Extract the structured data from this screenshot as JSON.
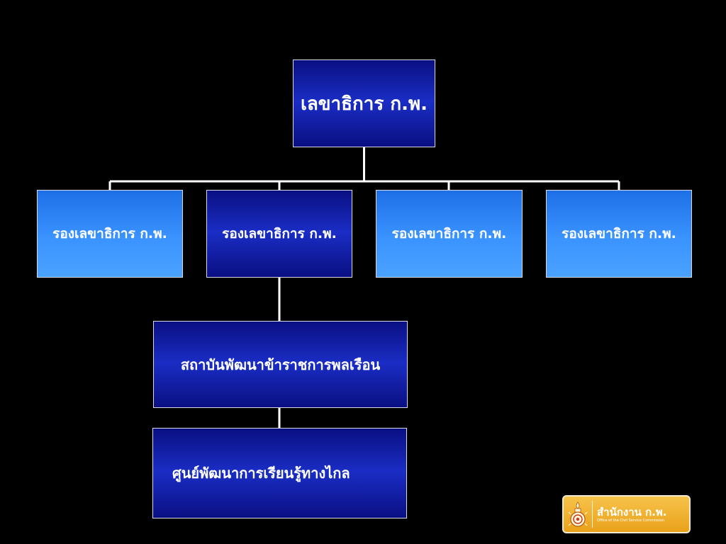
{
  "chart": {
    "secretary_general": "เลขาธิการ ก.พ.",
    "deputies": [
      "รองเลขาธิการ ก.พ.",
      "รองเลขาธิการ ก.พ.",
      "รองเลขาธิการ ก.พ.",
      "รองเลขาธิการ ก.พ."
    ],
    "institute": "สถาบันพัฒนาข้าราชการพลเรือน",
    "center": "ศูนย์พัฒนาการเรียนรู้ทางไกล"
  },
  "logo": {
    "thai": "สำนักงาน ก.พ.",
    "english": "Office of the Civil Service Commission"
  },
  "colors": {
    "background": "#000000",
    "navy_box": "#0a0f82",
    "light_box": "#3a93ff",
    "connector": "#ffffff",
    "logo_gold": "#eaa11a"
  }
}
